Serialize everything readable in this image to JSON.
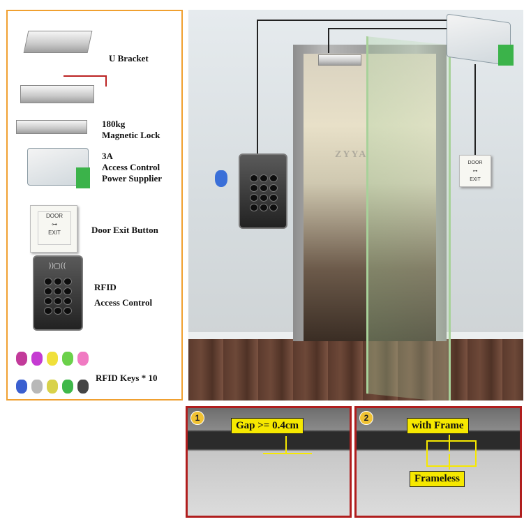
{
  "parts_list": {
    "items": [
      {
        "label_lines": [
          "U Bracket"
        ]
      },
      {
        "label_lines": [
          "180kg",
          "Magnetic Lock"
        ]
      },
      {
        "label_lines": [
          "3A",
          "Access Control",
          "Power Supplier"
        ]
      },
      {
        "label_lines": [
          "Door Exit Button"
        ]
      },
      {
        "label_lines": [
          "RFID",
          "Access Control"
        ]
      },
      {
        "label_lines": [
          "RFID Keys * 10"
        ]
      }
    ],
    "exit_button_text": [
      "DOOR",
      "EXIT"
    ],
    "border_color": "#f0a030"
  },
  "scene": {
    "watermark": "ZYYA",
    "exit_button_text": [
      "DOOR",
      "EXIT"
    ]
  },
  "examples": [
    {
      "number": "1",
      "callouts": [
        "Gap >= 0.4cm"
      ]
    },
    {
      "number": "2",
      "callouts": [
        "with Frame",
        "Frameless"
      ]
    }
  ],
  "colors": {
    "example_border": "#b01e1e",
    "callout_bg": "#f6e800"
  }
}
